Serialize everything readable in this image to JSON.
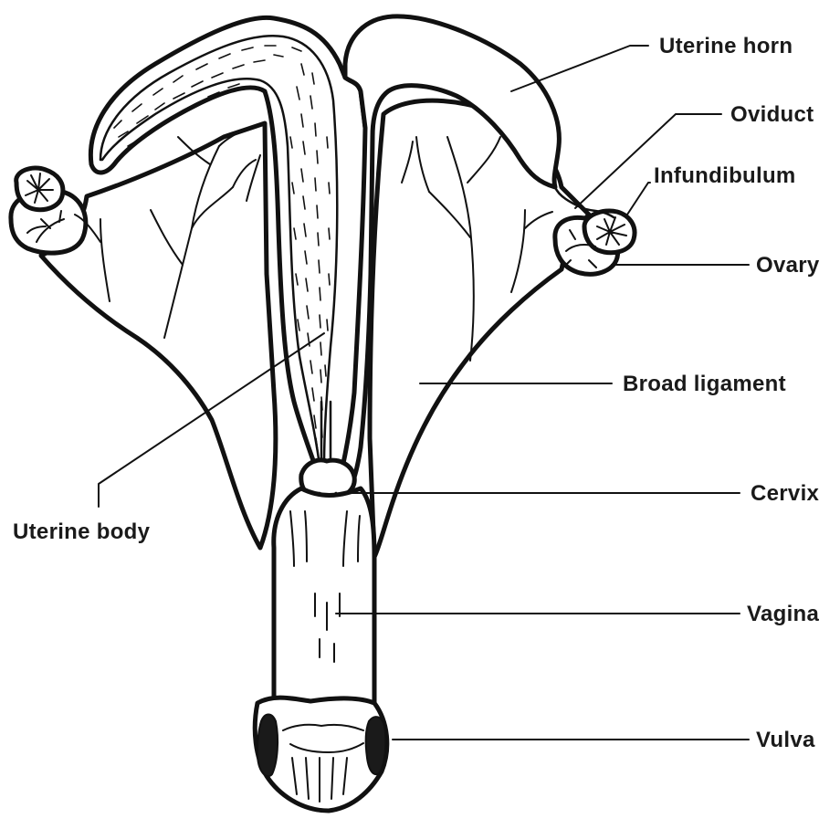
{
  "labels": {
    "uterine_horn": "Uterine horn",
    "oviduct": "Oviduct",
    "infundibulum": "Infundibulum",
    "ovary": "Ovary",
    "broad_ligament": "Broad ligament",
    "cervix": "Cervix",
    "uterine_body": "Uterine body",
    "vagina": "Vagina",
    "vulva": "Vulva"
  },
  "colors": {
    "line": "#111111",
    "background": "#ffffff",
    "text": "#1a1a1a"
  }
}
